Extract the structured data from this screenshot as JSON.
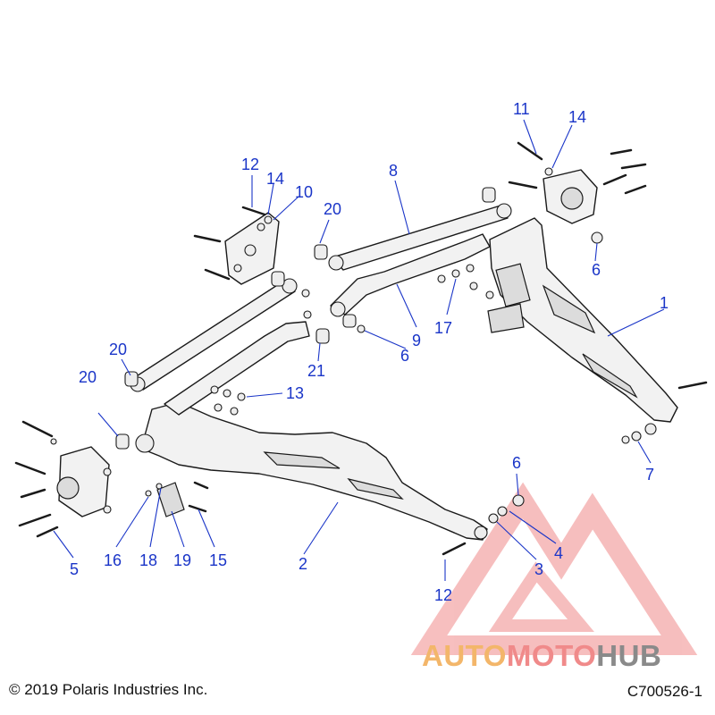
{
  "diagram": {
    "callouts": [
      {
        "id": "c1",
        "text": "1"
      },
      {
        "id": "c2",
        "text": "2"
      },
      {
        "id": "c3",
        "text": "3"
      },
      {
        "id": "c4",
        "text": "4"
      },
      {
        "id": "c5",
        "text": "5"
      },
      {
        "id": "c6a",
        "text": "6"
      },
      {
        "id": "c6b",
        "text": "6"
      },
      {
        "id": "c6c",
        "text": "6"
      },
      {
        "id": "c7",
        "text": "7"
      },
      {
        "id": "c8",
        "text": "8"
      },
      {
        "id": "c9",
        "text": "9"
      },
      {
        "id": "c10",
        "text": "10"
      },
      {
        "id": "c11",
        "text": "11"
      },
      {
        "id": "c12a",
        "text": "12"
      },
      {
        "id": "c12b",
        "text": "12"
      },
      {
        "id": "c13",
        "text": "13"
      },
      {
        "id": "c14a",
        "text": "14"
      },
      {
        "id": "c14b",
        "text": "14"
      },
      {
        "id": "c15",
        "text": "15"
      },
      {
        "id": "c16",
        "text": "16"
      },
      {
        "id": "c17",
        "text": "17"
      },
      {
        "id": "c18",
        "text": "18"
      },
      {
        "id": "c19",
        "text": "19"
      },
      {
        "id": "c20a",
        "text": "20"
      },
      {
        "id": "c20b",
        "text": "20"
      },
      {
        "id": "c20c",
        "text": "20"
      },
      {
        "id": "c21",
        "text": "21"
      }
    ]
  },
  "footer": {
    "copyright": "© 2019 Polaris Industries Inc.",
    "drawing_number": "C700526-1"
  },
  "watermark": {
    "part1": "AUTO",
    "part2": "MOTO",
    "part3": "HUB",
    "colors": {
      "auto": "#f3b66a",
      "moto": "#f08a8a",
      "hub": "#8a8a8a",
      "triangle": "#f3a3a3"
    }
  },
  "colors": {
    "callout": "#1a35c8",
    "line": "#1a1a1a"
  }
}
